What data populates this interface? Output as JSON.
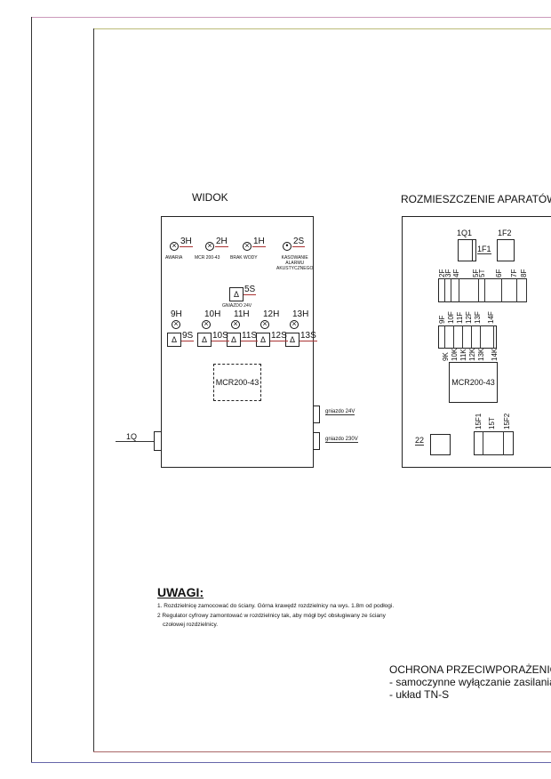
{
  "view": {
    "title": "WIDOK",
    "lamps": [
      {
        "id": "3H",
        "label": "AWARIA"
      },
      {
        "id": "2H",
        "label": "MCR 200-43"
      },
      {
        "id": "1H",
        "label": "BRAK WODY"
      }
    ],
    "reset_button": {
      "id": "2S",
      "label": [
        "KASOWANIE",
        "ALARMU",
        "AKUSTYCZNEGO"
      ]
    },
    "socket_24": {
      "id": "5S",
      "label": "GNIAZDO 24V"
    },
    "row_lamps": [
      "9H",
      "10H",
      "11H",
      "12H",
      "13H"
    ],
    "row_switches": [
      "9S",
      "10S",
      "11S",
      "12S",
      "13S"
    ],
    "controller": "MCR200-43",
    "side_labels": {
      "socket24": "gniazdo 24V",
      "socket230": "gniazdo 230V",
      "main": "1Q"
    }
  },
  "layout": {
    "title": "ROZMIESZCZENIE APARATÓW",
    "top": [
      "1Q1",
      "1F2",
      "1F1"
    ],
    "row1": [
      "2F",
      "3F",
      "4F",
      "5F",
      "5T",
      "6F",
      "7F",
      "8F"
    ],
    "row2_top": [
      "9F",
      "10F",
      "11F",
      "12F",
      "13F",
      "14F"
    ],
    "row2_bottom": [
      "9K",
      "10K",
      "11K",
      "12K",
      "13K",
      "14K"
    ],
    "controller": "MCR200-43",
    "bottom": [
      "22",
      "15F1",
      "15T",
      "15F2"
    ]
  },
  "notes": {
    "title": "UWAGI:",
    "items": [
      "1. Rozdzielnicę zamocować do ściany. Górna krawędź rozdzielnicy na wys. 1.8m od podłogi.",
      "2 Regulator cyfrowy zamontować w rozdzielnicy tak, aby mógł być obsługiwany ze ściany",
      "czołowej rozdzielnicy."
    ]
  },
  "protection": {
    "title": "OCHRONA PRZECIWPORAŻENIOWA",
    "items": [
      "- samoczynne wyłączanie zasilania",
      "- układ TN-S"
    ]
  }
}
